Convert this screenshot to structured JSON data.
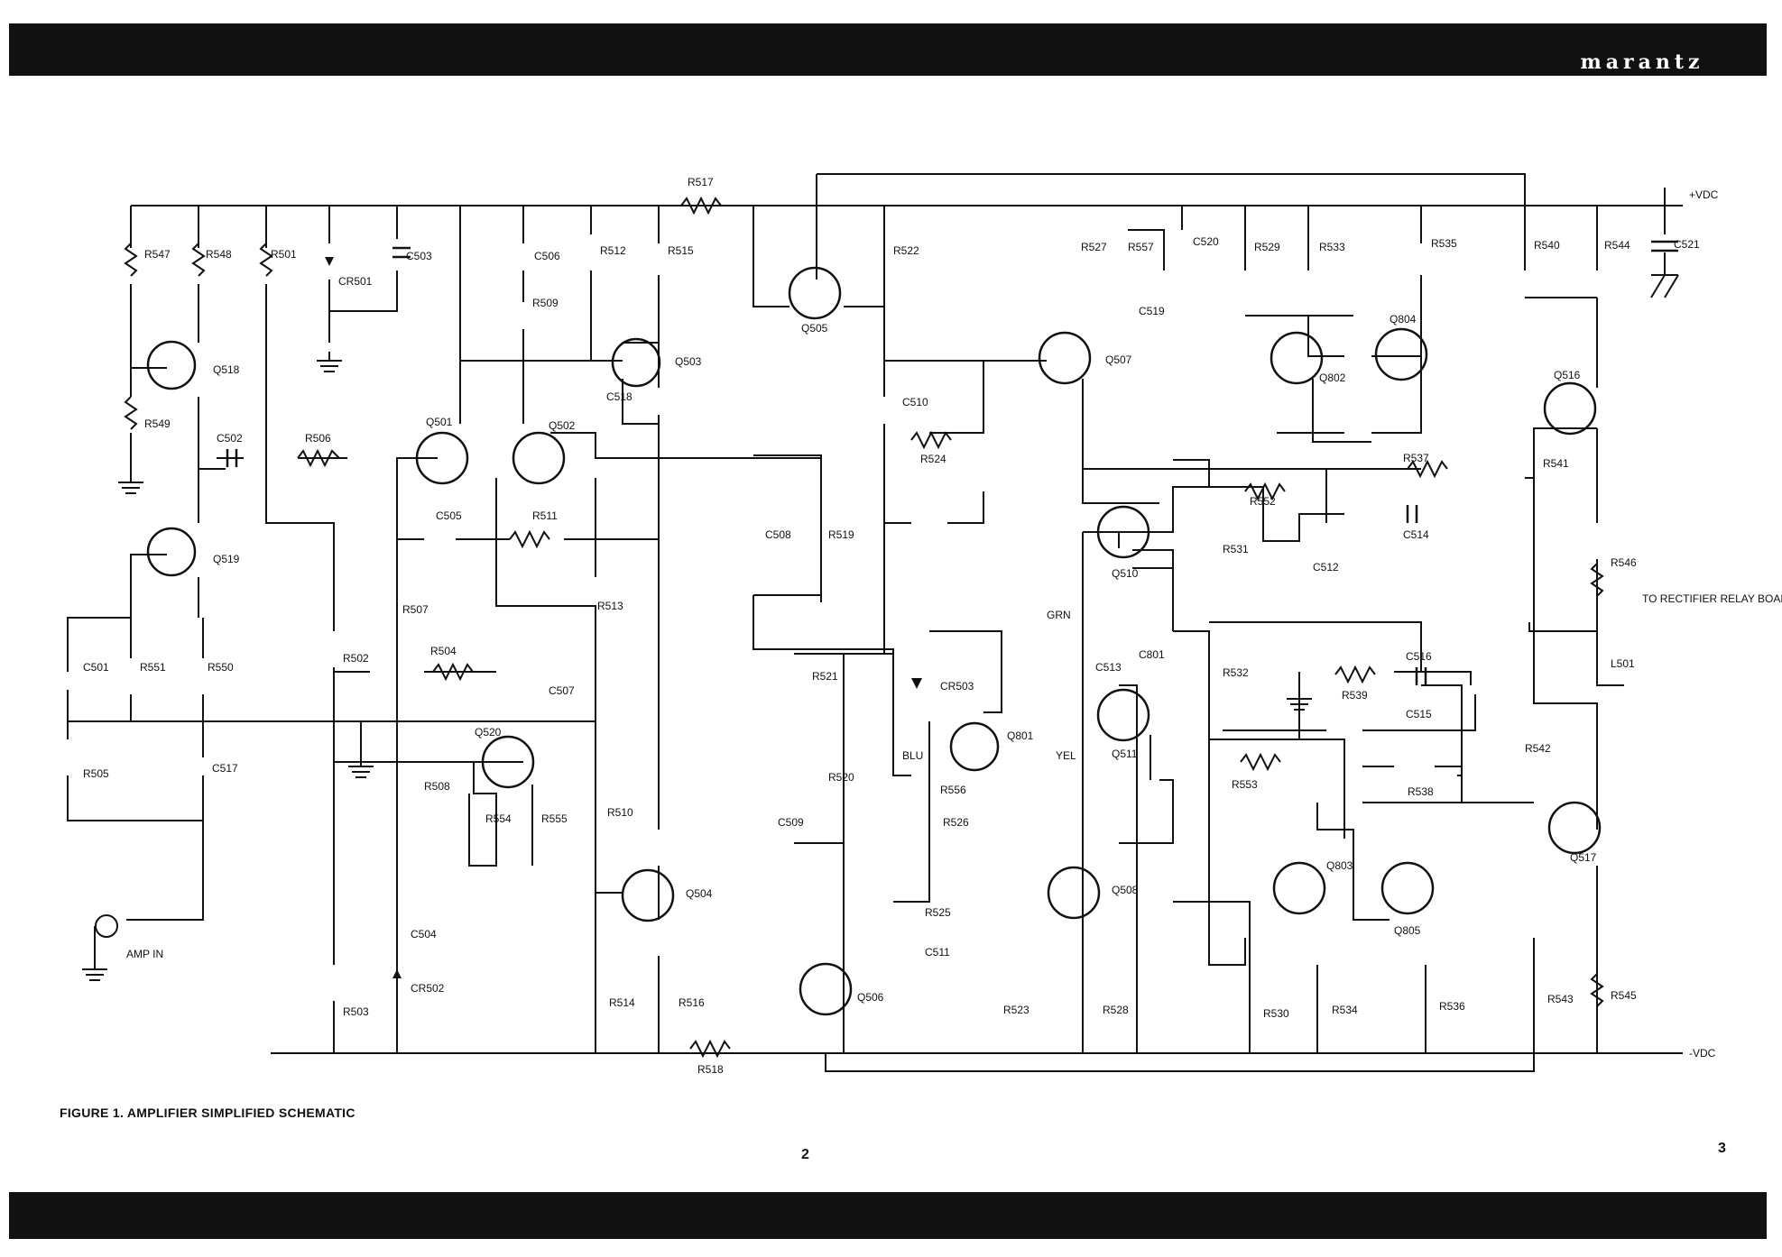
{
  "header": {
    "brand": "marantz"
  },
  "figure": {
    "caption": "FIGURE 1. AMPLIFIER SIMPLIFIED SCHEMATIC"
  },
  "pages": {
    "left": "2",
    "right": "3"
  },
  "labels": {
    "r547": "R547",
    "r548": "R548",
    "r501": "R501",
    "cr501": "CR501",
    "c503": "C503",
    "c506": "C506",
    "r509": "R509",
    "r512": "R512",
    "r515": "R515",
    "r517": "R517",
    "q505": "Q505",
    "r522": "R522",
    "r527": "R527",
    "r557": "R557",
    "c520": "C520",
    "r529": "R529",
    "r533": "R533",
    "r535": "R535",
    "r540": "R540",
    "r544": "R544",
    "c521": "C521",
    "vdc_pos": "+VDC",
    "vdc_neg": "-VDC",
    "q518": "Q518",
    "r549": "R549",
    "q503": "Q503",
    "c518": "C518",
    "q507": "Q507",
    "c510": "C510",
    "r524": "R524",
    "c519": "C519",
    "q802": "Q802",
    "q804": "Q804",
    "q516": "Q516",
    "c502": "C502",
    "r506": "R506",
    "q501": "Q501",
    "q502": "Q502",
    "r537": "R537",
    "r541": "R541",
    "r552": "R552",
    "c505": "C505",
    "r511": "R511",
    "c508": "C508",
    "r519": "R519",
    "q510": "Q510",
    "c514": "C514",
    "q519": "Q519",
    "r531": "R531",
    "c512": "C512",
    "r546": "R546",
    "rectifier_note": "TO RECTIFIER RELAY BOARD",
    "r507": "R507",
    "r513": "R513",
    "grn": "GRN",
    "c501": "C501",
    "r551": "R551",
    "r550": "R550",
    "r502": "R502",
    "r504": "R504",
    "r521": "R521",
    "cr503": "CR503",
    "c513": "C513",
    "c801": "C801",
    "r532": "R532",
    "c516": "C516",
    "r539": "R539",
    "l501": "L501",
    "c507": "C507",
    "q520": "Q520",
    "q801": "Q801",
    "q511": "Q511",
    "c515": "C515",
    "r542": "R542",
    "r505": "R505",
    "c517": "C517",
    "r508": "R508",
    "r520": "R520",
    "blu": "BLU",
    "yel": "YEL",
    "r553": "R553",
    "r538": "R538",
    "r556": "R556",
    "r554": "R554",
    "r555": "R555",
    "r510": "R510",
    "c509": "C509",
    "r526": "R526",
    "q517": "Q517",
    "q504": "Q504",
    "q508": "Q508",
    "q803": "Q803",
    "q805": "Q805",
    "r525": "R525",
    "c511": "C511",
    "amp_in": "AMP IN",
    "c504": "C504",
    "cr502": "CR502",
    "q506": "Q506",
    "r514": "R514",
    "r516": "R516",
    "r523": "R523",
    "r528": "R528",
    "r530": "R530",
    "r534": "R534",
    "r536": "R536",
    "r543": "R543",
    "r545": "R545",
    "r503": "R503",
    "r518": "R518"
  }
}
